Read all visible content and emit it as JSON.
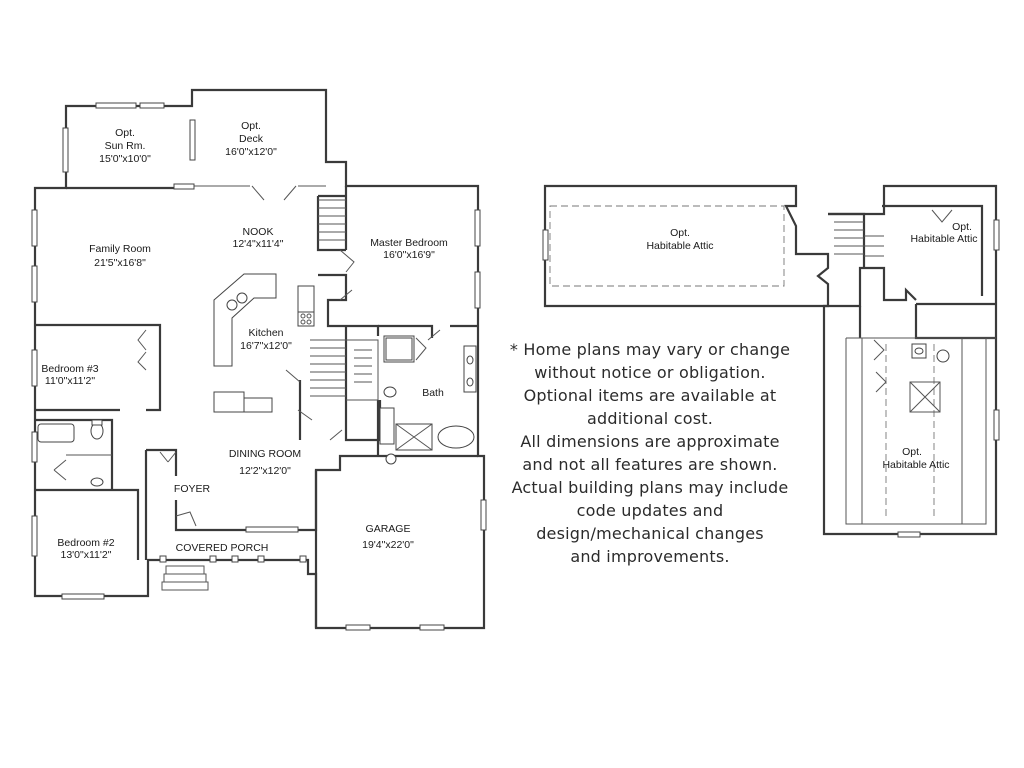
{
  "main_plan": {
    "rooms": {
      "sun_room": [
        "Opt.",
        "Sun Rm.",
        "15'0\"x10'0\""
      ],
      "deck": [
        "Opt.",
        "Deck",
        "16'0\"x12'0\""
      ],
      "nook": [
        "NOOK",
        "12'4\"x11'4\""
      ],
      "family_room": [
        "Family Room",
        "21'5\"x16'8\""
      ],
      "master_bedroom": [
        "Master Bedroom",
        "16'0\"x16'9\""
      ],
      "kitchen": [
        "Kitchen",
        "16'7\"x12'0\""
      ],
      "bedroom3": [
        "Bedroom #3",
        "11'0\"x11'2\""
      ],
      "bath": [
        "Bath"
      ],
      "dining_room": [
        "DINING ROOM",
        "12'2\"x12'0\""
      ],
      "foyer": [
        "FOYER"
      ],
      "bedroom2": [
        "Bedroom #2",
        "13'0\"x11'2\""
      ],
      "covered_porch": [
        "COVERED PORCH"
      ],
      "garage": [
        "GARAGE",
        "19'4\"x22'0\""
      ]
    }
  },
  "attic_plan": {
    "rooms": {
      "attic_left": [
        "Opt.",
        "Habitable Attic"
      ],
      "attic_top_right": [
        "Opt.",
        "Habitable Attic"
      ],
      "attic_bottom_right": [
        "Opt.",
        "Habitable Attic"
      ]
    }
  },
  "disclaimer": [
    "* Home plans may vary or change",
    "without notice or obligation.",
    "Optional items are available at",
    "additional cost.",
    "All dimensions are approximate",
    "and not all features are shown.",
    "Actual building plans may include",
    "code updates and",
    "design/mechanical changes",
    "and improvements."
  ]
}
